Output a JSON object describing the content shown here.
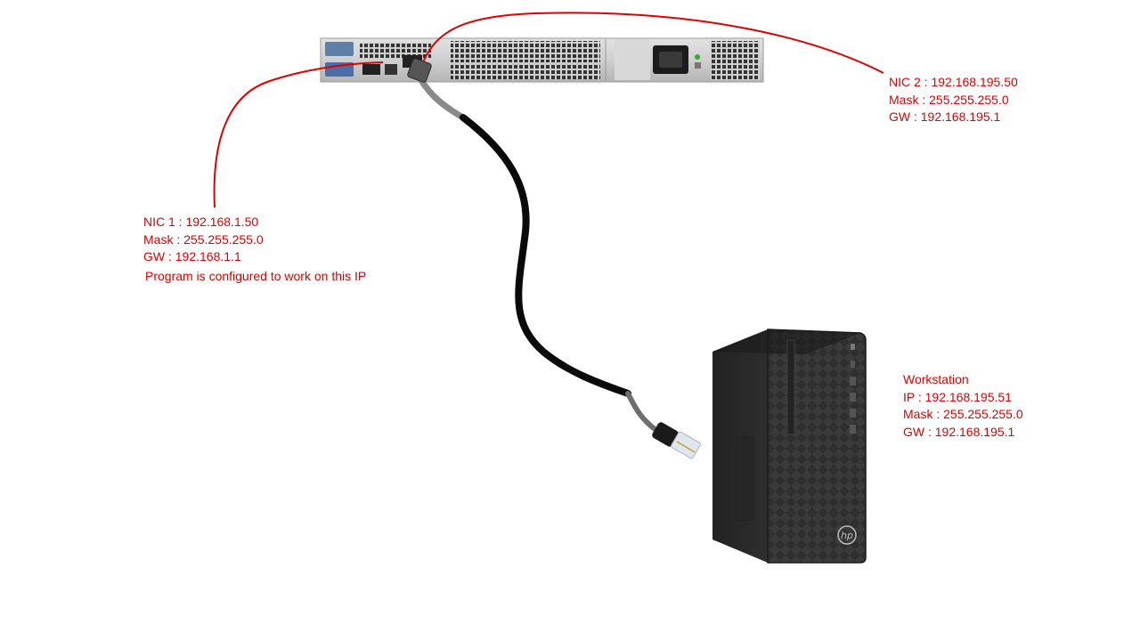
{
  "colors": {
    "annotation": "#e00000",
    "cable": "#0a0a0a",
    "server_chassis": "#c9c9c9",
    "workstation_body": "#2a2a2a"
  },
  "nic1": {
    "line1": "NIC 1 : 192.168.1.50",
    "line2": "Mask : 255.255.255.0",
    "line3": "GW : 192.168.1.1",
    "note": "Program is configured to work on this IP"
  },
  "nic2": {
    "line1": "NIC 2 : 192.168.195.50",
    "line2": "Mask : 255.255.255.0",
    "line3": "GW : 192.168.195.1"
  },
  "workstation": {
    "title": "Workstation",
    "ip": "IP : 192.168.195.51",
    "mask": "Mask : 255.255.255.0",
    "gw": "GW : 192.168.195.1"
  },
  "icons": {
    "server": "rack-server-icon",
    "workstation": "tower-pc-icon",
    "connector": "rj45-connector-icon",
    "workstation_logo": "hp-logo-icon"
  }
}
